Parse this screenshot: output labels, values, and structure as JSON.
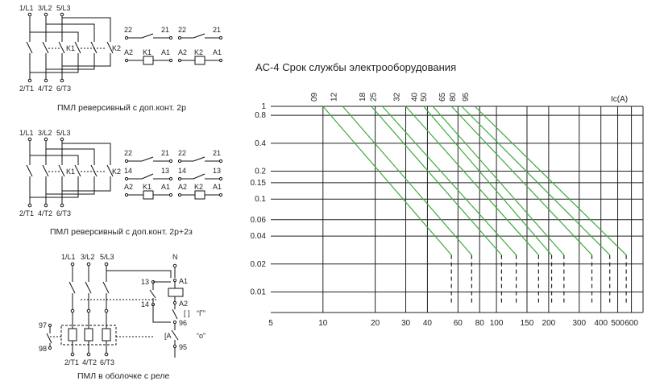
{
  "diagram1": {
    "caption": "ПМЛ реверсивный с доп.конт. 2р",
    "top_terms": [
      "1/L1",
      "3/L2",
      "5/L3"
    ],
    "bottom_terms": [
      "2/T1",
      "4/T2",
      "6/T3"
    ],
    "k1": "K1",
    "k2": "K2",
    "aux": [
      {
        "left": "22",
        "right": "21"
      },
      {
        "left": "22",
        "right": "21"
      }
    ],
    "coils": [
      {
        "a2": "A2",
        "k": "K1",
        "a1": "A1"
      },
      {
        "a2": "A2",
        "k": "K2",
        "a1": "A1"
      }
    ]
  },
  "diagram2": {
    "caption": "ПМЛ реверсивный с доп.конт. 2р+2з",
    "top_terms": [
      "1/L1",
      "3/L2",
      "5/L3"
    ],
    "bottom_terms": [
      "2/T1",
      "4/T2",
      "6/T3"
    ],
    "k1": "K1",
    "k2": "K2",
    "aux_nc": [
      {
        "left": "22",
        "right": "21"
      },
      {
        "left": "22",
        "right": "21"
      }
    ],
    "aux_no": [
      {
        "left": "14",
        "right": "13"
      },
      {
        "left": "14",
        "right": "13"
      }
    ],
    "coils": [
      {
        "a2": "A2",
        "k": "K1",
        "a1": "A1"
      },
      {
        "a2": "A2",
        "k": "K2",
        "a1": "A1"
      }
    ]
  },
  "diagram3": {
    "caption": "ПМЛ в оболочке с реле",
    "top_terms": [
      "1/L1",
      "3/L2",
      "5/L3"
    ],
    "bottom_terms": [
      "2/T1",
      "4/T2",
      "6/T3"
    ],
    "n_label": "N",
    "t13": "13",
    "t14": "14",
    "a1": "A1",
    "a2": "A2",
    "t97": "97",
    "t98": "98",
    "t96": "96",
    "t95": "95",
    "mode_g": "“Г”",
    "mode_o": "“o”",
    "bracket": "[ ]",
    "arrow": "[A"
  },
  "chart_data": {
    "type": "line",
    "title": "AC-4 Срок службы электрооборудования",
    "xlabel": "",
    "ylabel": "",
    "x_scale": "log",
    "y_scale": "log",
    "xlim": [
      5,
      700
    ],
    "ylim": [
      0.006,
      1
    ],
    "x_ticks": [
      {
        "v": 5,
        "label": "5"
      },
      {
        "v": 10,
        "label": "10"
      },
      {
        "v": 20,
        "label": "20"
      },
      {
        "v": 30,
        "label": "30"
      },
      {
        "v": 40,
        "label": "40"
      },
      {
        "v": 60,
        "label": "60"
      },
      {
        "v": 80,
        "label": "80"
      },
      {
        "v": 100,
        "label": "100"
      },
      {
        "v": 150,
        "label": "150"
      },
      {
        "v": 200,
        "label": "200"
      },
      {
        "v": 300,
        "label": "300"
      },
      {
        "v": 400,
        "label": "400"
      },
      {
        "v": 500,
        "label": "500"
      },
      {
        "v": 600,
        "label": "600"
      }
    ],
    "y_ticks": [
      {
        "v": 1,
        "label": "1"
      },
      {
        "v": 0.8,
        "label": "0.8"
      },
      {
        "v": 0.4,
        "label": "0.4"
      },
      {
        "v": 0.2,
        "label": "0.2"
      },
      {
        "v": 0.15,
        "label": "0.15"
      },
      {
        "v": 0.1,
        "label": "0.1"
      },
      {
        "v": 0.06,
        "label": "0.06"
      },
      {
        "v": 0.04,
        "label": "0.04"
      },
      {
        "v": 0.02,
        "label": "0.02"
      },
      {
        "v": 0.01,
        "label": "0.01"
      }
    ],
    "top_axis_label": "Ic(A)",
    "series_color": "#3cab3c",
    "grid": true,
    "series": [
      {
        "rating": "09",
        "start_x": 10,
        "end_x": 55
      },
      {
        "rating": "12",
        "start_x": 13,
        "end_x": 72
      },
      {
        "rating": "18",
        "start_x": 19,
        "end_x": 107
      },
      {
        "rating": "25",
        "start_x": 22,
        "end_x": 130
      },
      {
        "rating": "32",
        "start_x": 30,
        "end_x": 175
      },
      {
        "rating": "40",
        "start_x": 38,
        "end_x": 208
      },
      {
        "rating": "50",
        "start_x": 43,
        "end_x": 245
      },
      {
        "rating": "65",
        "start_x": 55,
        "end_x": 355
      },
      {
        "rating": "80",
        "start_x": 63,
        "end_x": 450
      },
      {
        "rating": "95",
        "start_x": 75,
        "end_x": 560
      }
    ]
  }
}
